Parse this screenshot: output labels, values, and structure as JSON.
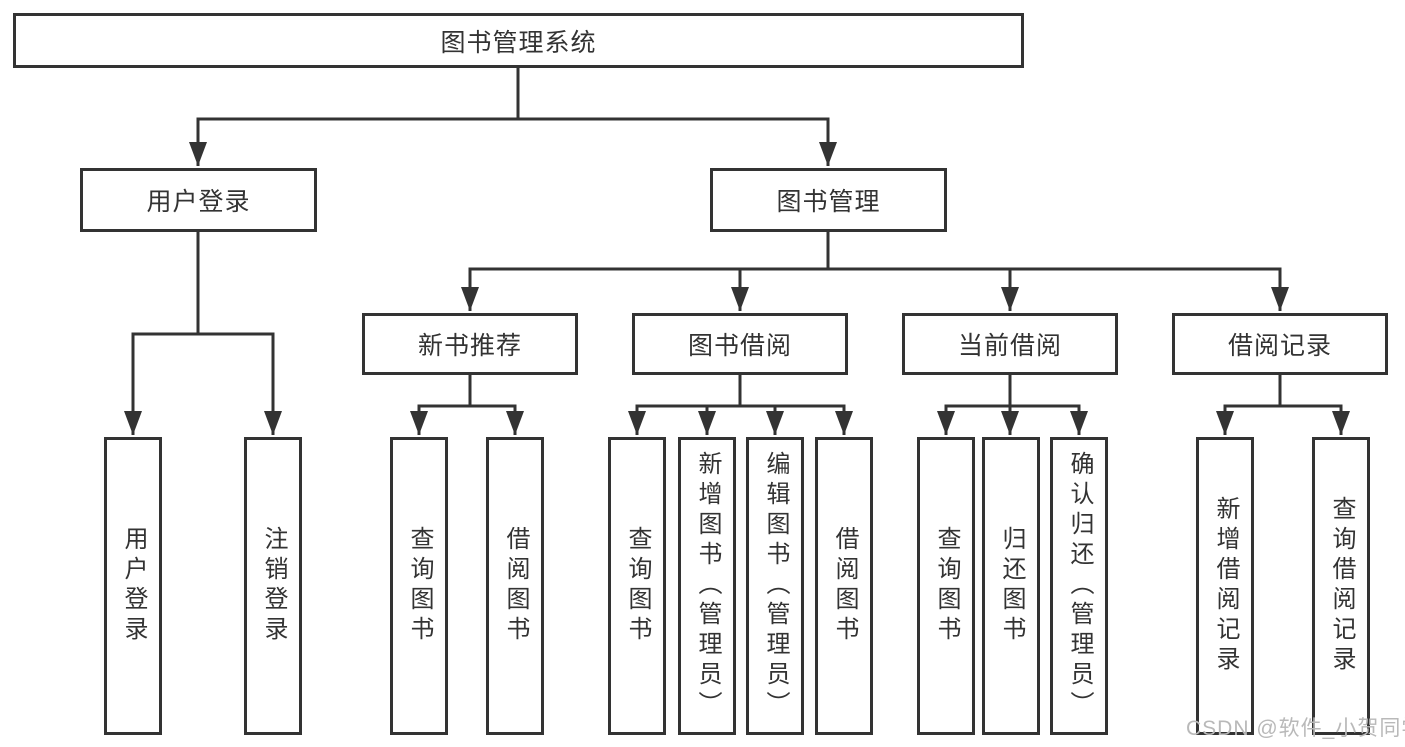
{
  "tree": {
    "label": "图书管理系统",
    "children": [
      {
        "label": "用户登录",
        "children": [
          {
            "label": "用户登录"
          },
          {
            "label": "注销登录"
          }
        ]
      },
      {
        "label": "图书管理",
        "children": [
          {
            "label": "新书推荐",
            "children": [
              {
                "label": "查询图书"
              },
              {
                "label": "借阅图书"
              }
            ]
          },
          {
            "label": "图书借阅",
            "children": [
              {
                "label": "查询图书"
              },
              {
                "label": "新增图书（管理员）"
              },
              {
                "label": "编辑图书（管理员）"
              },
              {
                "label": "借阅图书"
              }
            ]
          },
          {
            "label": "当前借阅",
            "children": [
              {
                "label": "查询图书"
              },
              {
                "label": "归还图书"
              },
              {
                "label": "确认归还（管理员）"
              }
            ]
          },
          {
            "label": "借阅记录",
            "children": [
              {
                "label": "新增借阅记录"
              },
              {
                "label": "查询借阅记录"
              }
            ]
          }
        ]
      }
    ]
  },
  "watermark": "CSDN @软件_小贺同学",
  "colors": {
    "line": "#333333",
    "box_border": "#333333",
    "text": "#333333",
    "watermark": "#b9b9b9",
    "background": "#ffffff"
  }
}
